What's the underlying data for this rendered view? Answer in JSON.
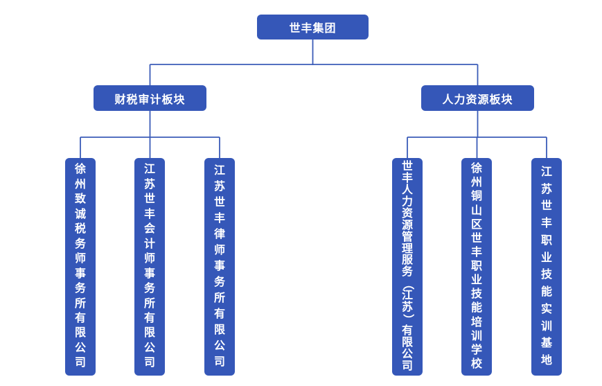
{
  "colors": {
    "node_fill": "#3557b8",
    "connector_line": "#3b5cb8",
    "node_text": "#ffffff",
    "background": "#ffffff"
  },
  "org_chart": {
    "root": {
      "label": "世丰集团"
    },
    "divisions": [
      {
        "label": "财税审计板块",
        "children": [
          {
            "label": "徐州致诚税务师事务所有限公司"
          },
          {
            "label": "江苏世丰会计师事务所有限公司"
          },
          {
            "label": "江苏世丰律师事务所有限公司"
          }
        ]
      },
      {
        "label": "人力资源板块",
        "children": [
          {
            "label": "世丰人力资源管理服务（江苏）有限公司"
          },
          {
            "label": "徐州铜山区世丰职业技能培训学校"
          },
          {
            "label": "江苏世丰职业技能实训基地"
          }
        ]
      }
    ]
  }
}
